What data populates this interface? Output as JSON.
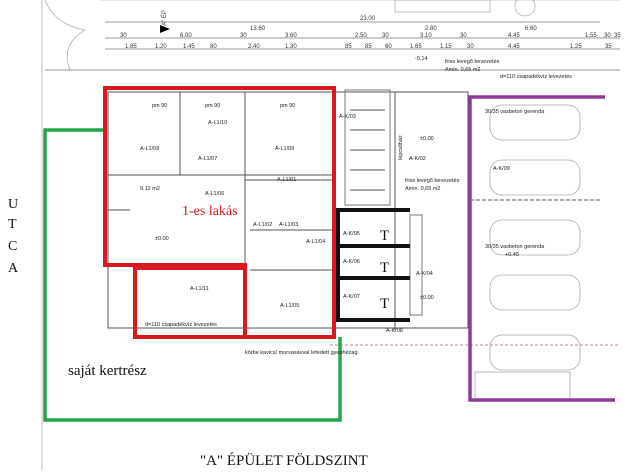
{
  "street_label": [
    "U",
    "T",
    "C",
    "A"
  ],
  "apartment_label": "1-es lakás",
  "garden_label": "saját kertrész",
  "plan_title": "\"A\" ÉPÜLET FÖLDSZINT",
  "storage_marks": [
    "T",
    "T",
    "T"
  ],
  "section_mark": "\"A\" ÉP",
  "top_dimensions": {
    "row1": [
      "13.60",
      "2.80",
      "6.60",
      "23.00"
    ],
    "row2": [
      "30",
      "6.00",
      "30",
      "3.60",
      "2.50",
      "30",
      "3.10",
      "30",
      "4.45",
      "1.55",
      "30",
      "35"
    ],
    "row3": [
      "1.85",
      "1.20",
      "1.45",
      "80",
      "2.40",
      "1.30",
      "85",
      "85",
      "60",
      "1.65",
      "1.15",
      "30",
      "4.45",
      "1.25",
      "35"
    ]
  },
  "rooms": [
    "A-L1/08",
    "A-L1/10",
    "A-L1/09",
    "A-L1/07",
    "A-L1/06",
    "A-L1/01",
    "A-L1/02",
    "A-L1/03",
    "A-L1/04",
    "A-L1/11",
    "A-L1/05",
    "A-K/03",
    "A-K/02",
    "A-K/05",
    "A-K/06",
    "A-K/07",
    "A-K/04",
    "A-K/08",
    "A-K/09"
  ],
  "annotations": {
    "fresh_air": "friss levegő bevezetés",
    "fresh_air_area": "Amin. 0,65 m2",
    "beam_1": "30/35 vasbeton gerenda",
    "gutter": "d=110 csapadékvíz levezetés",
    "level_zero": "±0.00",
    "level_minus": "-0.14",
    "level_plus": "+0.45",
    "area": "9.12 m2",
    "window": "pm 90",
    "stair": "lépcsőház",
    "drain_note": "körbe kavics/ murvasávval lefedett gyephézag"
  },
  "colors": {
    "apartment_outline": "#d9181f",
    "garden_outline": "#23a548",
    "parking_outline": "#8e3a96",
    "storage_outline": "#111111"
  }
}
